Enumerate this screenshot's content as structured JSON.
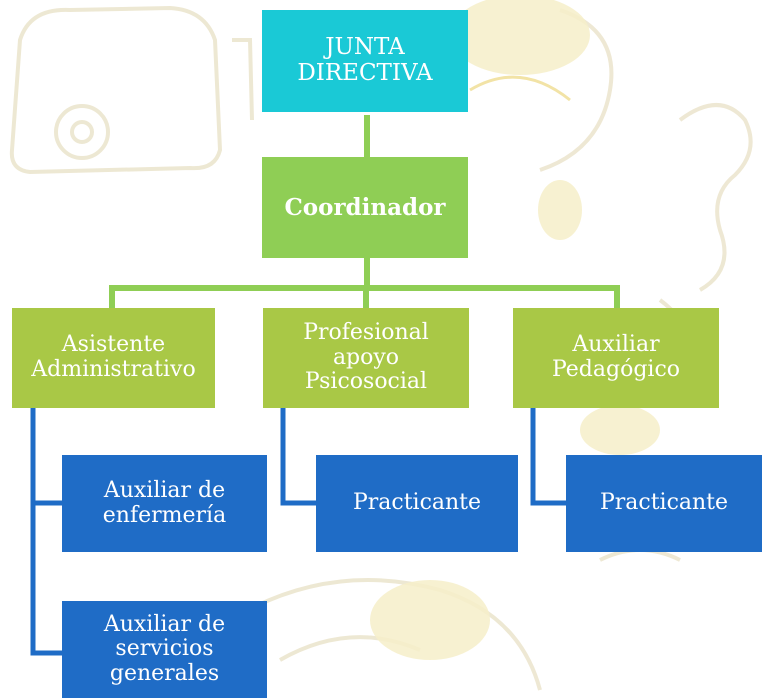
{
  "diagram": {
    "colors": {
      "top": "#1ac9d6",
      "coordinator": "#8fce55",
      "level2": "#a9c846",
      "level3": "#1f6cc6",
      "connector_green": "#8fce55",
      "connector_blue": "#1f6cc6"
    },
    "nodes": {
      "junta": {
        "lines": [
          "JUNTA",
          "DIRECTIVA"
        ]
      },
      "coordinador": {
        "text": "Coordinador"
      },
      "asistente": {
        "lines": [
          "Asistente",
          "Administrativo"
        ]
      },
      "profesional": {
        "lines": [
          "Profesional",
          "apoyo",
          "Psicosocial"
        ]
      },
      "auxiliar_pedagogico": {
        "lines": [
          "Auxiliar",
          "Pedagógico"
        ]
      },
      "aux_enfermeria": {
        "lines": [
          "Auxiliar de",
          "enfermería"
        ]
      },
      "aux_servicios": {
        "lines": [
          "Auxiliar de",
          "servicios",
          "generales"
        ]
      },
      "practicante_1": {
        "text": "Practicante"
      },
      "practicante_2": {
        "text": "Practicante"
      }
    }
  }
}
